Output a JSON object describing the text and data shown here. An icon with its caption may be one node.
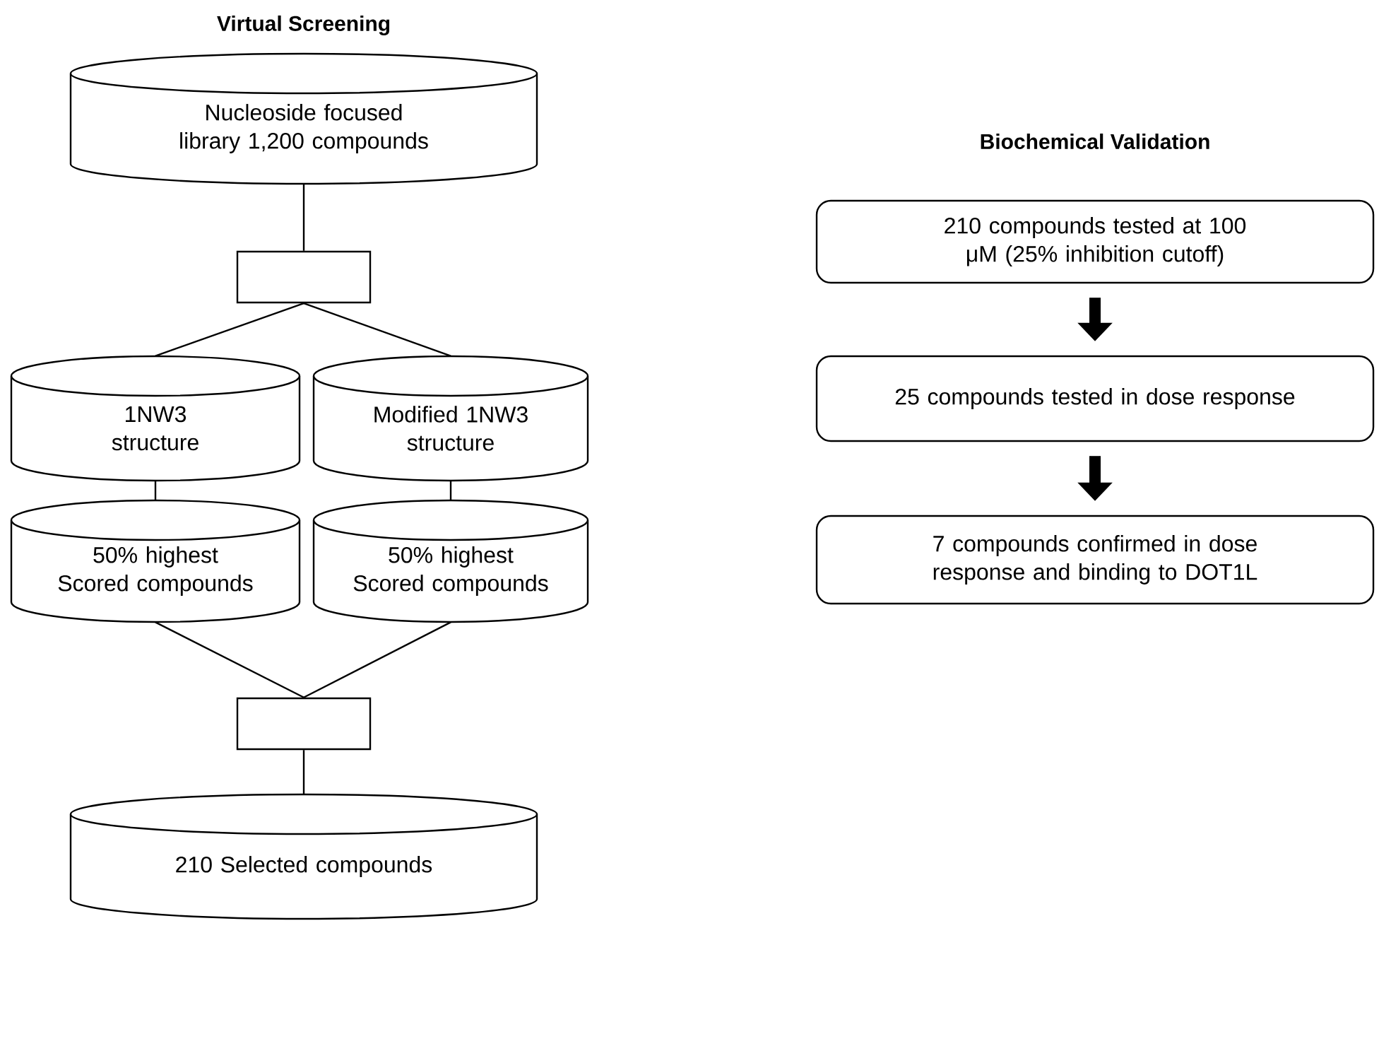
{
  "diagram": {
    "nodes": [
      {
        "text": [
          "Nucleoside focused library 1,200 compounds"
        ]
      },
      {
        "text": [],
        "shape": "box"
      },
      {
        "text": [
          "1NW3 structure"
        ]
      },
      {
        "text": [
          "Modified 1NW3 structure"
        ]
      },
      {
        "text": [
          "50% highest Scored compounds"
        ]
      },
      {
        "text": [
          "50% highest Scored compounds"
        ]
      },
      {
        "text": [],
        "shape": "box"
      },
      {
        "text": [
          "210 Selected compounds"
        ]
      },
      {
        "text": [
          "210 compounds tested at 100 μM (25% inhibition cutoff)"
        ]
      },
      {
        "text": [
          "25 compounds tested in dose response"
        ]
      },
      {
        "text": [
          "7 compounds confirmed in dose response and binding to DOT1L"
        ]
      }
    ],
    "edges": [
      {
        "from": 0,
        "to": 1,
        "arrow": "none"
      },
      {
        "from": 1,
        "to": 2,
        "arrow": "none"
      },
      {
        "from": 1,
        "to": 3,
        "arrow": "none"
      },
      {
        "from": 2,
        "to": 4,
        "arrow": "none"
      },
      {
        "from": 3,
        "to": 5,
        "arrow": "none"
      },
      {
        "from": 4,
        "to": 6,
        "arrow": "none"
      },
      {
        "from": 5,
        "to": 6,
        "arrow": "none"
      },
      {
        "from": 6,
        "to": 7,
        "arrow": "none"
      },
      {
        "from": 8,
        "to": 9,
        "arrow": "to",
        "style": "thick"
      },
      {
        "from": 9,
        "to": 10,
        "arrow": "to",
        "style": "thick"
      }
    ],
    "labels": [
      "Virtual Screening",
      "Biochemical Validation"
    ]
  }
}
